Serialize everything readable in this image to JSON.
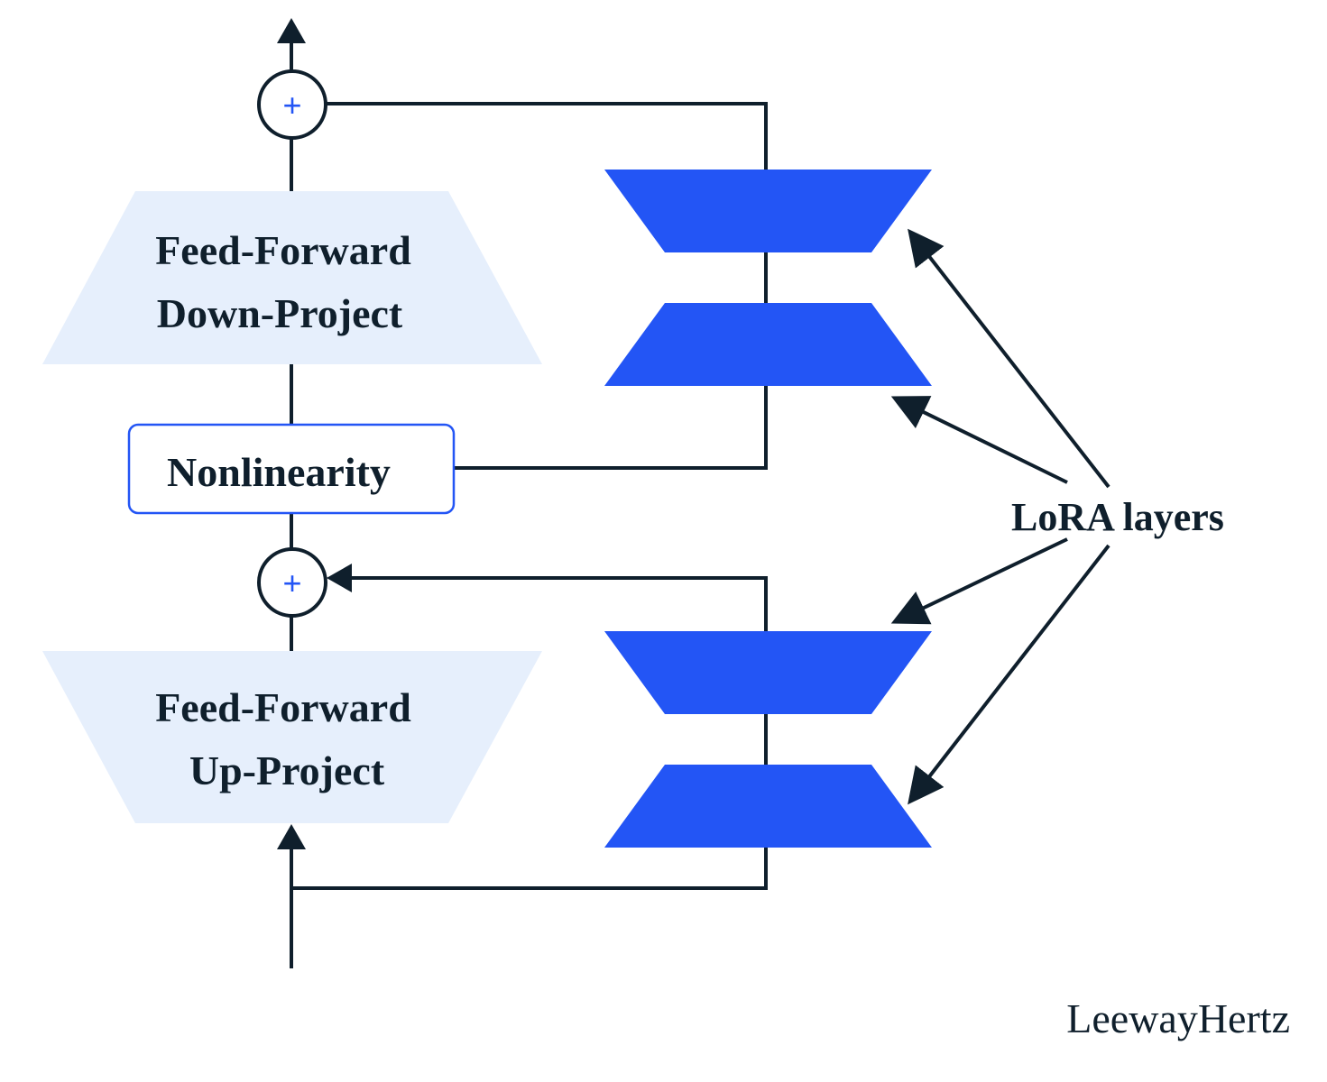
{
  "diagram": {
    "blocks": {
      "ff_down": {
        "line1": "Feed-Forward",
        "line2": "Down-Project"
      },
      "nonlinearity": {
        "label": "Nonlinearity"
      },
      "ff_up": {
        "line1": "Feed-Forward",
        "line2": "Up-Project"
      }
    },
    "adders": {
      "top": {
        "symbol": "+"
      },
      "bottom": {
        "symbol": "+"
      }
    },
    "annotation": {
      "label": "LoRA layers"
    },
    "watermark": {
      "text": "LeewayHertz"
    }
  },
  "colors": {
    "ink": "#0f1f2c",
    "lora_blue": "#2355f5",
    "block_fill": "#e6effc",
    "nonlinearity_border": "#2355f5",
    "background": "#ffffff"
  }
}
